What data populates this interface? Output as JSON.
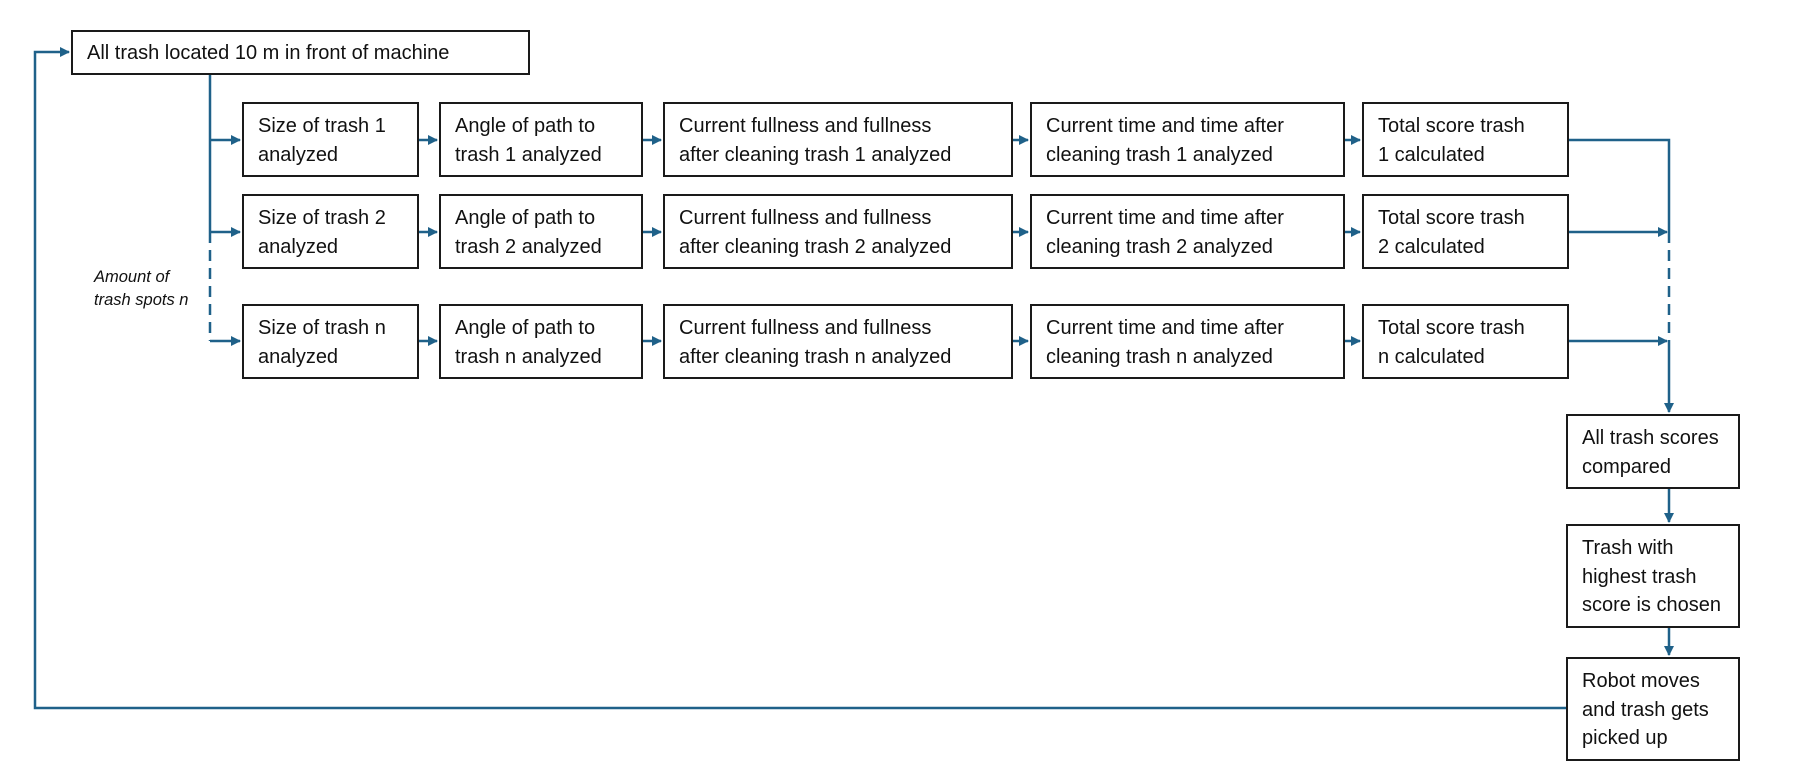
{
  "diagram": {
    "start": "All trash located 10 m in front of machine",
    "side_note": "Amount of\ntrash spots n",
    "rows": [
      {
        "size": "Size of trash 1\nanalyzed",
        "angle": "Angle of path to\ntrash 1 analyzed",
        "fullness": "Current fullness and fullness\nafter cleaning trash 1 analyzed",
        "time": "Current time and time after\ncleaning trash 1 analyzed",
        "score": "Total score trash\n1 calculated"
      },
      {
        "size": "Size of trash 2\nanalyzed",
        "angle": "Angle of path to\ntrash 2 analyzed",
        "fullness": "Current fullness and fullness\nafter cleaning trash 2 analyzed",
        "time": "Current time and time after\ncleaning trash 2 analyzed",
        "score": "Total score trash\n2 calculated"
      },
      {
        "size": "Size of trash n\nanalyzed",
        "angle": "Angle of path to\ntrash n analyzed",
        "fullness": "Current fullness and fullness\nafter cleaning trash n analyzed",
        "time": "Current time and time after\ncleaning trash n analyzed",
        "score": "Total score trash\nn calculated"
      }
    ],
    "compare": "All trash scores\ncompared",
    "chosen": "Trash with\nhighest trash\nscore is chosen",
    "move": "Robot moves\nand trash gets\npicked up"
  },
  "colors": {
    "connector": "#1f6189",
    "box_border": "#1a1a1a"
  }
}
